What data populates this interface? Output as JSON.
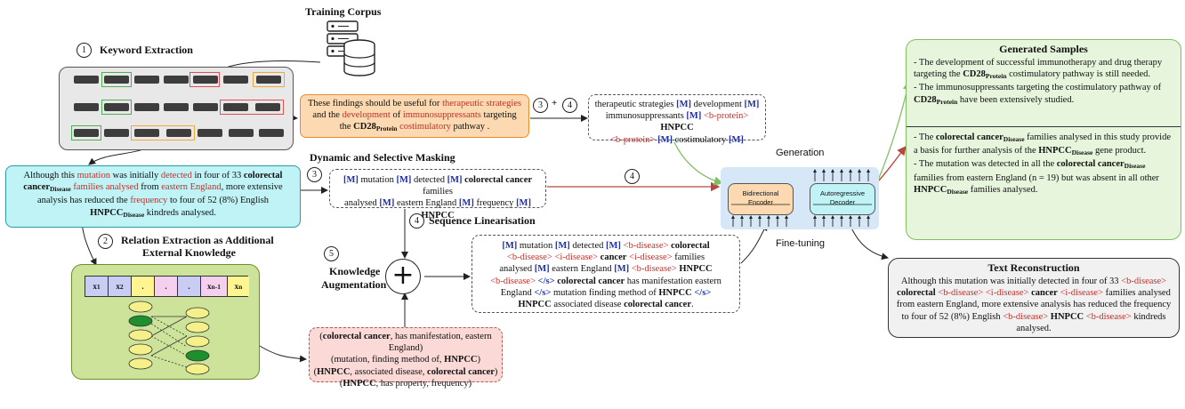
{
  "labels": {
    "training_corpus": "Training Corpus",
    "keyword_extraction": "Keyword Extraction",
    "dynamic_masking": "Dynamic and Selective Masking",
    "relation_extraction_1": "Relation Extraction as Additional",
    "relation_extraction_2": "External Knowledge",
    "sequence_linearisation": "Sequence Linearisation",
    "knowledge_aug_1": "Knowledge",
    "knowledge_aug_2": "Augmentation",
    "generation": "Generation",
    "fine_tuning": "Fine-tuning",
    "bidirectional_1": "Bidirectional",
    "bidirectional_2": "Encoder",
    "autoregressive_1": "Autoregressive",
    "autoregressive_2": "Decoder",
    "generated_samples": "Generated Samples",
    "text_reconstruction": "Text Reconstruction"
  },
  "step_numbers": {
    "one": "1",
    "two": "2",
    "three": "3",
    "three_plus": "+",
    "four": "4",
    "five": "5"
  },
  "tokens": {
    "x1": "x",
    "x1_sub": "1",
    "x2": "x",
    "x2_sub": "2",
    "dot": ".",
    "xn1": "x",
    "xn1_sub": "n-1",
    "xn": "x",
    "xn_sub": "n"
  },
  "sentences": {
    "source_a": "These findings should be useful for ",
    "source_b": "therapeutic strategies",
    "source_c": " and the ",
    "source_d": "development",
    "source_e": " of ",
    "source_f": "immunosuppressants",
    "source_g": " targeting the ",
    "source_h": "CD28",
    "source_h_sub": "Protein",
    "source_i": "costimulatory",
    "source_j": " pathway .",
    "cyan_a": "Although this ",
    "cyan_b": "mutation",
    "cyan_c": " was initially ",
    "cyan_d": "detected",
    "cyan_e": " in four of 33 ",
    "cyan_f": "colorectal cancer",
    "cyan_f_sub": "Disease",
    "cyan_g": "families analysed",
    "cyan_h": " from ",
    "cyan_i": "eastern England",
    "cyan_j": ", more extensive analysis has reduced the ",
    "cyan_k": "frequency",
    "cyan_l": " to four of 52 (8%) English ",
    "cyan_m": "HNPCC",
    "cyan_m_sub": "Disease",
    "cyan_n": " kindreds analysed."
  },
  "masked_top": {
    "t1": "therapeutic strategies ",
    "m": "[M]",
    "t2": " development ",
    "t3": "immunosuppressants ",
    "t4": " <b-protein> ",
    "t5": "HNPCC",
    "t6": "<b-protein> ",
    "t7": " costimulatory "
  },
  "masked_mid": {
    "m": "[M]",
    "t1": " mutation ",
    "t2": " detected ",
    "t3": "colorectal cancer",
    "t4": " families",
    "t5": "analysed ",
    "t6": " eastern England ",
    "t7": " frequency ",
    "t8": "HNPCC"
  },
  "linearised": {
    "m": "[M]",
    "t1": " mutation ",
    "t2": " detected ",
    "bd": "<b-disease>",
    "id": "<i-disease>",
    "t3": "colorectal",
    "t4": "cancer",
    "t5": " families",
    "t6": "analysed ",
    "t7": " eastern England ",
    "t8": "HNPCC",
    "s": "</s>",
    "t9": "colorectal cancer",
    "t10": " has manifestation eastern",
    "t11": "England ",
    "t12": " mutation finding method of ",
    "t13": "HNPCC",
    "t14": "associated disease ",
    "t15": "colorectal cancer",
    "t16": "."
  },
  "knowledge": {
    "k1a": "(",
    "k1b": "colorectal cancer",
    "k1c": ", has manifestation, eastern England)",
    "k2": "(mutation, finding method of, ",
    "k2b": "HNPCC",
    "k2c": ")",
    "k3a": "(",
    "k3b": "HNPCC",
    "k3c": ", associated disease, ",
    "k3d": "colorectal cancer",
    "k3e": ")",
    "k4a": "(",
    "k4b": "HNPCC",
    "k4c": ", has property, frequency)"
  },
  "generated": {
    "g1a": " - The development of successful immunotherapy and drug therapy targeting the ",
    "g1b": "CD28",
    "g1b_sub": "Protein",
    "g1c": " costimulatory pathway is still needed.",
    "g2a": " - The immunosuppressants targeting the costimulatory pathway of ",
    "g2b": "CD28",
    "g2b_sub": "Protein",
    "g2c": " have been extensively studied.",
    "g3a": " - The ",
    "g3b": "colorectal cancer",
    "g3b_sub": "Disease",
    "g3c": " families analysed in this study provide a basis for further analysis of the ",
    "g3d": "HNPCC",
    "g3d_sub": "Disease",
    "g3e": " gene product.",
    "g4a": " - The mutation was detected in all the ",
    "g4b": "colorectal cancer",
    "g4b_sub": "Disease",
    "g4c": " families from eastern England (n = 19) but was absent in all other ",
    "g4d": "HNPCC",
    "g4d_sub": "Disease",
    "g4e": " families analysed."
  },
  "reconstruction": {
    "r1": "Although this mutation was initially detected in four of 33 ",
    "bd": "<b-disease>",
    "id": "<i-disease>",
    "r2": "colorectal",
    "r3": "cancer",
    "r4": " families analysed from eastern England, more extensive analysis has reduced the frequency to four of 52 (8%) English ",
    "r5": "HNPCC",
    "r6": " kindreds analysed."
  },
  "plus_symbol": "+",
  "colors": {
    "source_fill": "#fcd9b0",
    "source_border": "#e98d2c",
    "cyan_fill": "#bff3f6",
    "cyan_border": "#2a9aa3",
    "graph_fill": "#cde39a",
    "graph_border": "#6b8f2a",
    "knowledge_fill": "#fbd9d6",
    "knowledge_border": "#b55a52",
    "generated_fill": "#e6f5dc",
    "generated_border": "#7fbf62",
    "model_bg": "#d6e7f7",
    "mask_blue": "#1f2fa8",
    "red_text": "#c0302b"
  }
}
